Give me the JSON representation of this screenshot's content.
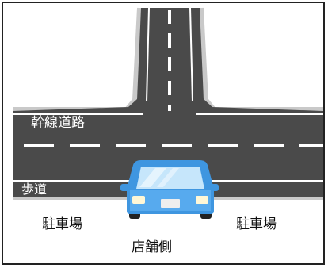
{
  "labels": {
    "main_road": "幹線道路",
    "sidewalk": "歩道",
    "parking_left": "駐車場",
    "parking_right": "駐車場",
    "store_side": "店舗側"
  },
  "colors": {
    "road": "#4a4a4a",
    "lane_marking": "#ffffff",
    "curb": "#c9c9c9",
    "car_body": "#3f96e0",
    "car_roof": "#57aaee",
    "car_window": "#c6e6fb",
    "car_light": "#fff7d6",
    "border": "#222222"
  }
}
